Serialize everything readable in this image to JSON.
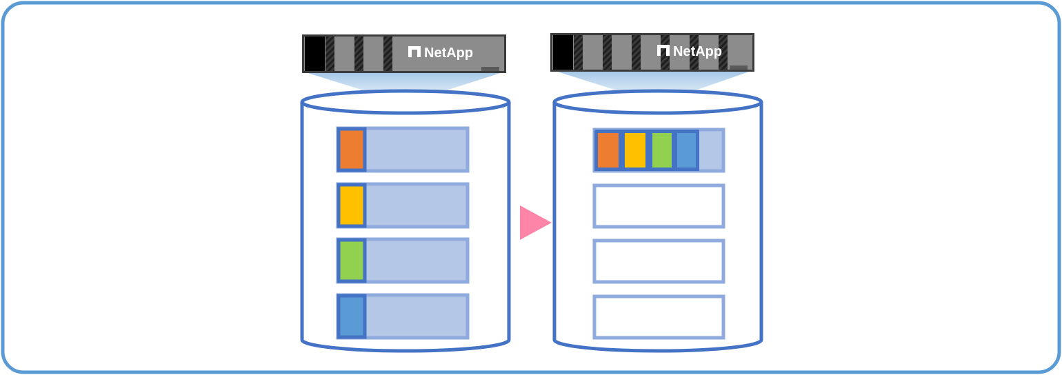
{
  "brand": {
    "logo_text": "NetApp",
    "logo_icon": "netapp-logo-icon"
  },
  "colors": {
    "frame_border": "#5B9BD5",
    "cylinder_stroke": "#4472C4",
    "block_fill": "#B4C7E7",
    "block_stroke": "#8FAADC",
    "arrow": "#FF85A8",
    "chunk_orange": "#ED7D31",
    "chunk_yellow": "#FFC000",
    "chunk_green": "#92D050",
    "chunk_blue": "#5B9BD5"
  },
  "before": {
    "blocks": [
      {
        "chunks": [
          "orange"
        ]
      },
      {
        "chunks": [
          "yellow"
        ]
      },
      {
        "chunks": [
          "green"
        ]
      },
      {
        "chunks": [
          "blue"
        ]
      }
    ]
  },
  "after": {
    "blocks": [
      {
        "chunks": [
          "orange",
          "yellow",
          "green",
          "blue"
        ]
      },
      {
        "chunks": []
      },
      {
        "chunks": []
      },
      {
        "chunks": []
      }
    ]
  }
}
